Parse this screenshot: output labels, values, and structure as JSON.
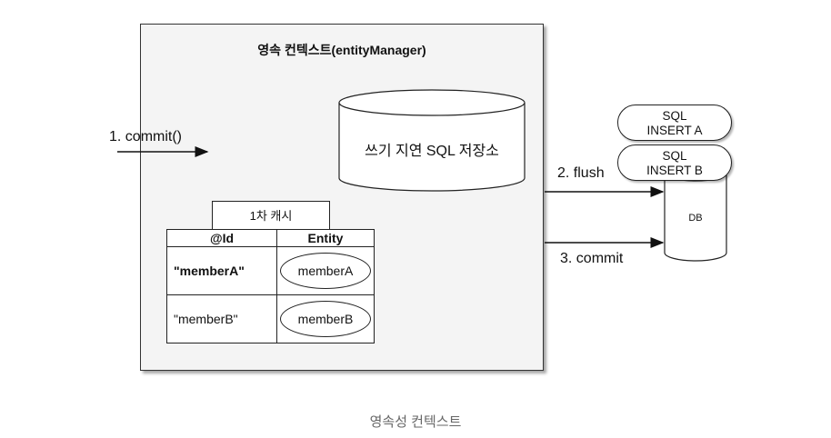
{
  "persistence_context": {
    "title": "영속 컨텍스트(entityManager)",
    "write_behind_store": "쓰기 지연 SQL 저장소",
    "first_level_cache": {
      "tab_label": "1차 캐시",
      "columns": [
        "@Id",
        "Entity"
      ],
      "rows": [
        {
          "id": "\"memberA\"",
          "entity": "memberA"
        },
        {
          "id": "\"memberB\"",
          "entity": "memberB"
        }
      ]
    }
  },
  "arrows": {
    "commit_in": "1. commit()",
    "flush": "2. flush",
    "commit_db": "3. commit"
  },
  "sql_queue": [
    {
      "line1": "SQL",
      "line2": "INSERT A"
    },
    {
      "line1": "SQL",
      "line2": "INSERT B"
    }
  ],
  "database": {
    "label": "DB"
  },
  "caption": "영속성 컨텍스트"
}
